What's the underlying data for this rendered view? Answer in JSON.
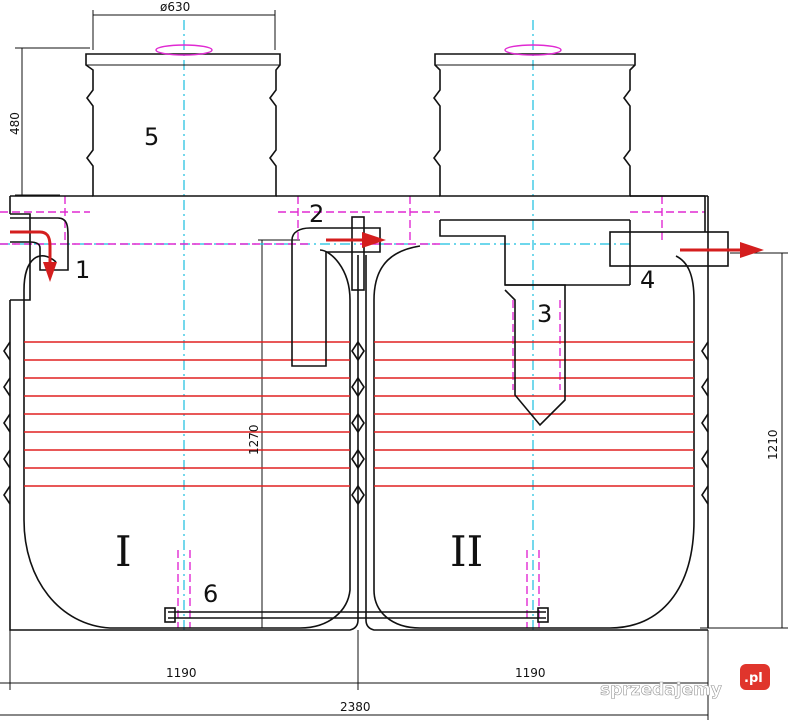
{
  "labels": {
    "part1": "1",
    "part2": "2",
    "part3": "3",
    "part4": "4",
    "part5": "5",
    "part6": "6",
    "chamber1": "I",
    "chamber2": "II"
  },
  "dimensions": {
    "hatch_diameter": "ø630",
    "hatch_height": "480",
    "inner_height": "1270",
    "outlet_height": "1210",
    "chamber1_length": "1190",
    "chamber2_length": "1190",
    "total_length": "2380"
  },
  "watermark": {
    "text": "sprzedajemy",
    "badge": ".pl"
  },
  "colors": {
    "outline": "#111111",
    "rib": "#e02020",
    "hidden_line": "#e02ad2",
    "center_line": "#18bfe0",
    "flow_arrow": "#d41e1e"
  }
}
